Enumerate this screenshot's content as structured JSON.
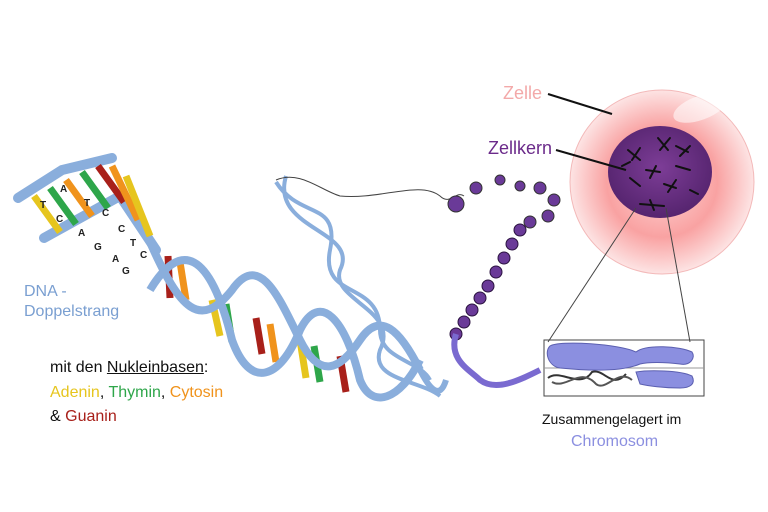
{
  "labels": {
    "zelle": "Zelle",
    "zellkern": "Zellkern",
    "dna_line1": "DNA -",
    "dna_line2": "Doppelstrang",
    "bases_prefix": "mit den ",
    "bases_word": "Nukleinbasen",
    "bases_colon": ":",
    "adenin": "Adenin",
    "sep1": ", ",
    "thymin": "Thymin",
    "sep2": ", ",
    "cytosin": "Cytosin",
    "amp": "& ",
    "guanin": "Guanin",
    "zusammen": "Zusammengelagert im",
    "chromosom": "Chromosom"
  },
  "base_letters": [
    "T",
    "A",
    "C",
    "T",
    "A",
    "C",
    "G",
    "C",
    "A",
    "T",
    "G",
    "C"
  ],
  "colors": {
    "zelle": "#f4a6a6",
    "zellkern": "#6b2a8a",
    "dna_label": "#7a9fd1",
    "adenin": "#e6c51e",
    "thymin": "#2ea64a",
    "cytosin": "#f0931c",
    "guanin": "#a8201a",
    "chromosom": "#8b8fe0",
    "strand": "#8aaedc"
  }
}
